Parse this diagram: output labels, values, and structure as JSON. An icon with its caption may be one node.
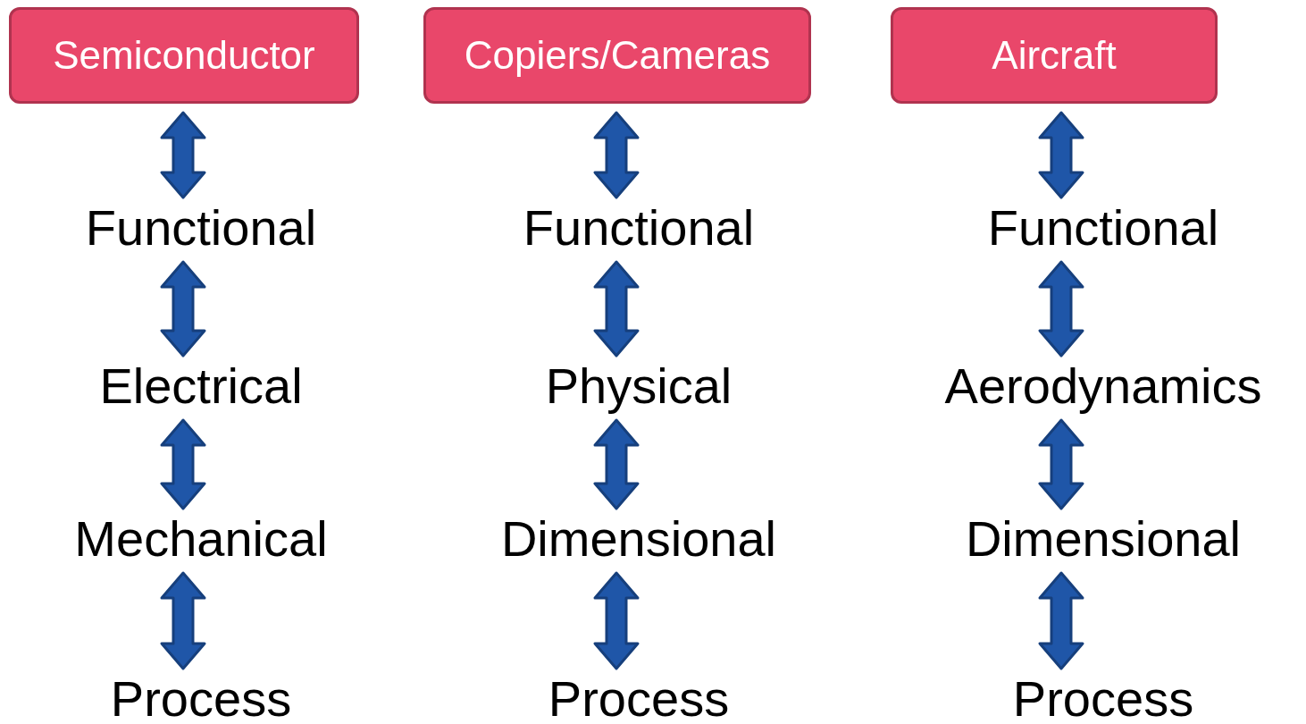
{
  "diagram": {
    "nodes": [
      {
        "text": [
          "Semiconductor"
        ]
      },
      {
        "text": [
          "Functional"
        ]
      },
      {
        "text": [
          "Electrical"
        ]
      },
      {
        "text": [
          "Mechanical"
        ]
      },
      {
        "text": [
          "Process"
        ]
      },
      {
        "text": [
          "Copiers/Cameras"
        ]
      },
      {
        "text": [
          "Functional"
        ]
      },
      {
        "text": [
          "Physical"
        ]
      },
      {
        "text": [
          "Dimensional"
        ]
      },
      {
        "text": [
          "Process"
        ]
      },
      {
        "text": [
          "Aircraft"
        ]
      },
      {
        "text": [
          "Functional"
        ]
      },
      {
        "text": [
          "Aerodynamics"
        ]
      },
      {
        "text": [
          "Dimensional"
        ]
      },
      {
        "text": [
          "Process"
        ]
      }
    ],
    "edges": [
      {
        "from": 0,
        "to": 1,
        "arrow": "both",
        "style": "thick"
      },
      {
        "from": 1,
        "to": 2,
        "arrow": "both",
        "style": "thick"
      },
      {
        "from": 2,
        "to": 3,
        "arrow": "both",
        "style": "thick"
      },
      {
        "from": 3,
        "to": 4,
        "arrow": "both",
        "style": "thick"
      },
      {
        "from": 5,
        "to": 6,
        "arrow": "both",
        "style": "thick"
      },
      {
        "from": 6,
        "to": 7,
        "arrow": "both",
        "style": "thick"
      },
      {
        "from": 7,
        "to": 8,
        "arrow": "both",
        "style": "thick"
      },
      {
        "from": 8,
        "to": 9,
        "arrow": "both",
        "style": "thick"
      },
      {
        "from": 10,
        "to": 11,
        "arrow": "both",
        "style": "thick"
      },
      {
        "from": 11,
        "to": 12,
        "arrow": "both",
        "style": "thick"
      },
      {
        "from": 12,
        "to": 13,
        "arrow": "both",
        "style": "thick"
      },
      {
        "from": 13,
        "to": 14,
        "arrow": "both",
        "style": "thick"
      }
    ]
  }
}
